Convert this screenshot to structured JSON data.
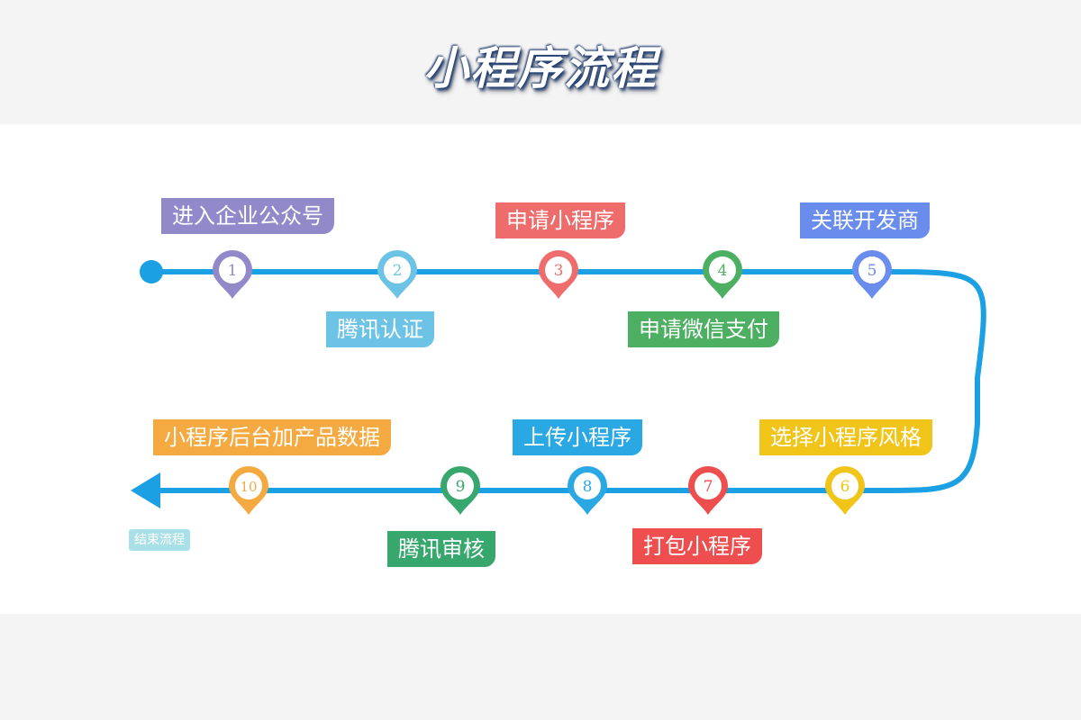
{
  "title": "小程序流程",
  "end_label": "结束流程",
  "colors": {
    "line": "#1aa0e3",
    "purple": "#9189c9",
    "lightblue": "#6dc3e6",
    "red": "#ee6c6c",
    "green": "#4caf62",
    "blue": "#6a8ded",
    "yellow": "#f0c419",
    "teal": "#37a76e",
    "orange": "#f4a941",
    "skyblue": "#2aa8e4"
  },
  "steps": [
    {
      "num": "1",
      "label": "进入企业公众号",
      "color": "#9189c9"
    },
    {
      "num": "2",
      "label": "腾讯认证",
      "color": "#6dc3e6"
    },
    {
      "num": "3",
      "label": "申请小程序",
      "color": "#ee6c6c"
    },
    {
      "num": "4",
      "label": "申请微信支付",
      "color": "#4caf62"
    },
    {
      "num": "5",
      "label": "关联开发商",
      "color": "#6a8ded"
    },
    {
      "num": "6",
      "label": "选择小程序风格",
      "color": "#f0c419"
    },
    {
      "num": "7",
      "label": "打包小程序",
      "color": "#ee4e4e"
    },
    {
      "num": "8",
      "label": "上传小程序",
      "color": "#2aa8e4"
    },
    {
      "num": "9",
      "label": "腾讯审核",
      "color": "#37a76e"
    },
    {
      "num": "10",
      "label": "小程序后台加产品数据",
      "color": "#f4a941"
    }
  ]
}
